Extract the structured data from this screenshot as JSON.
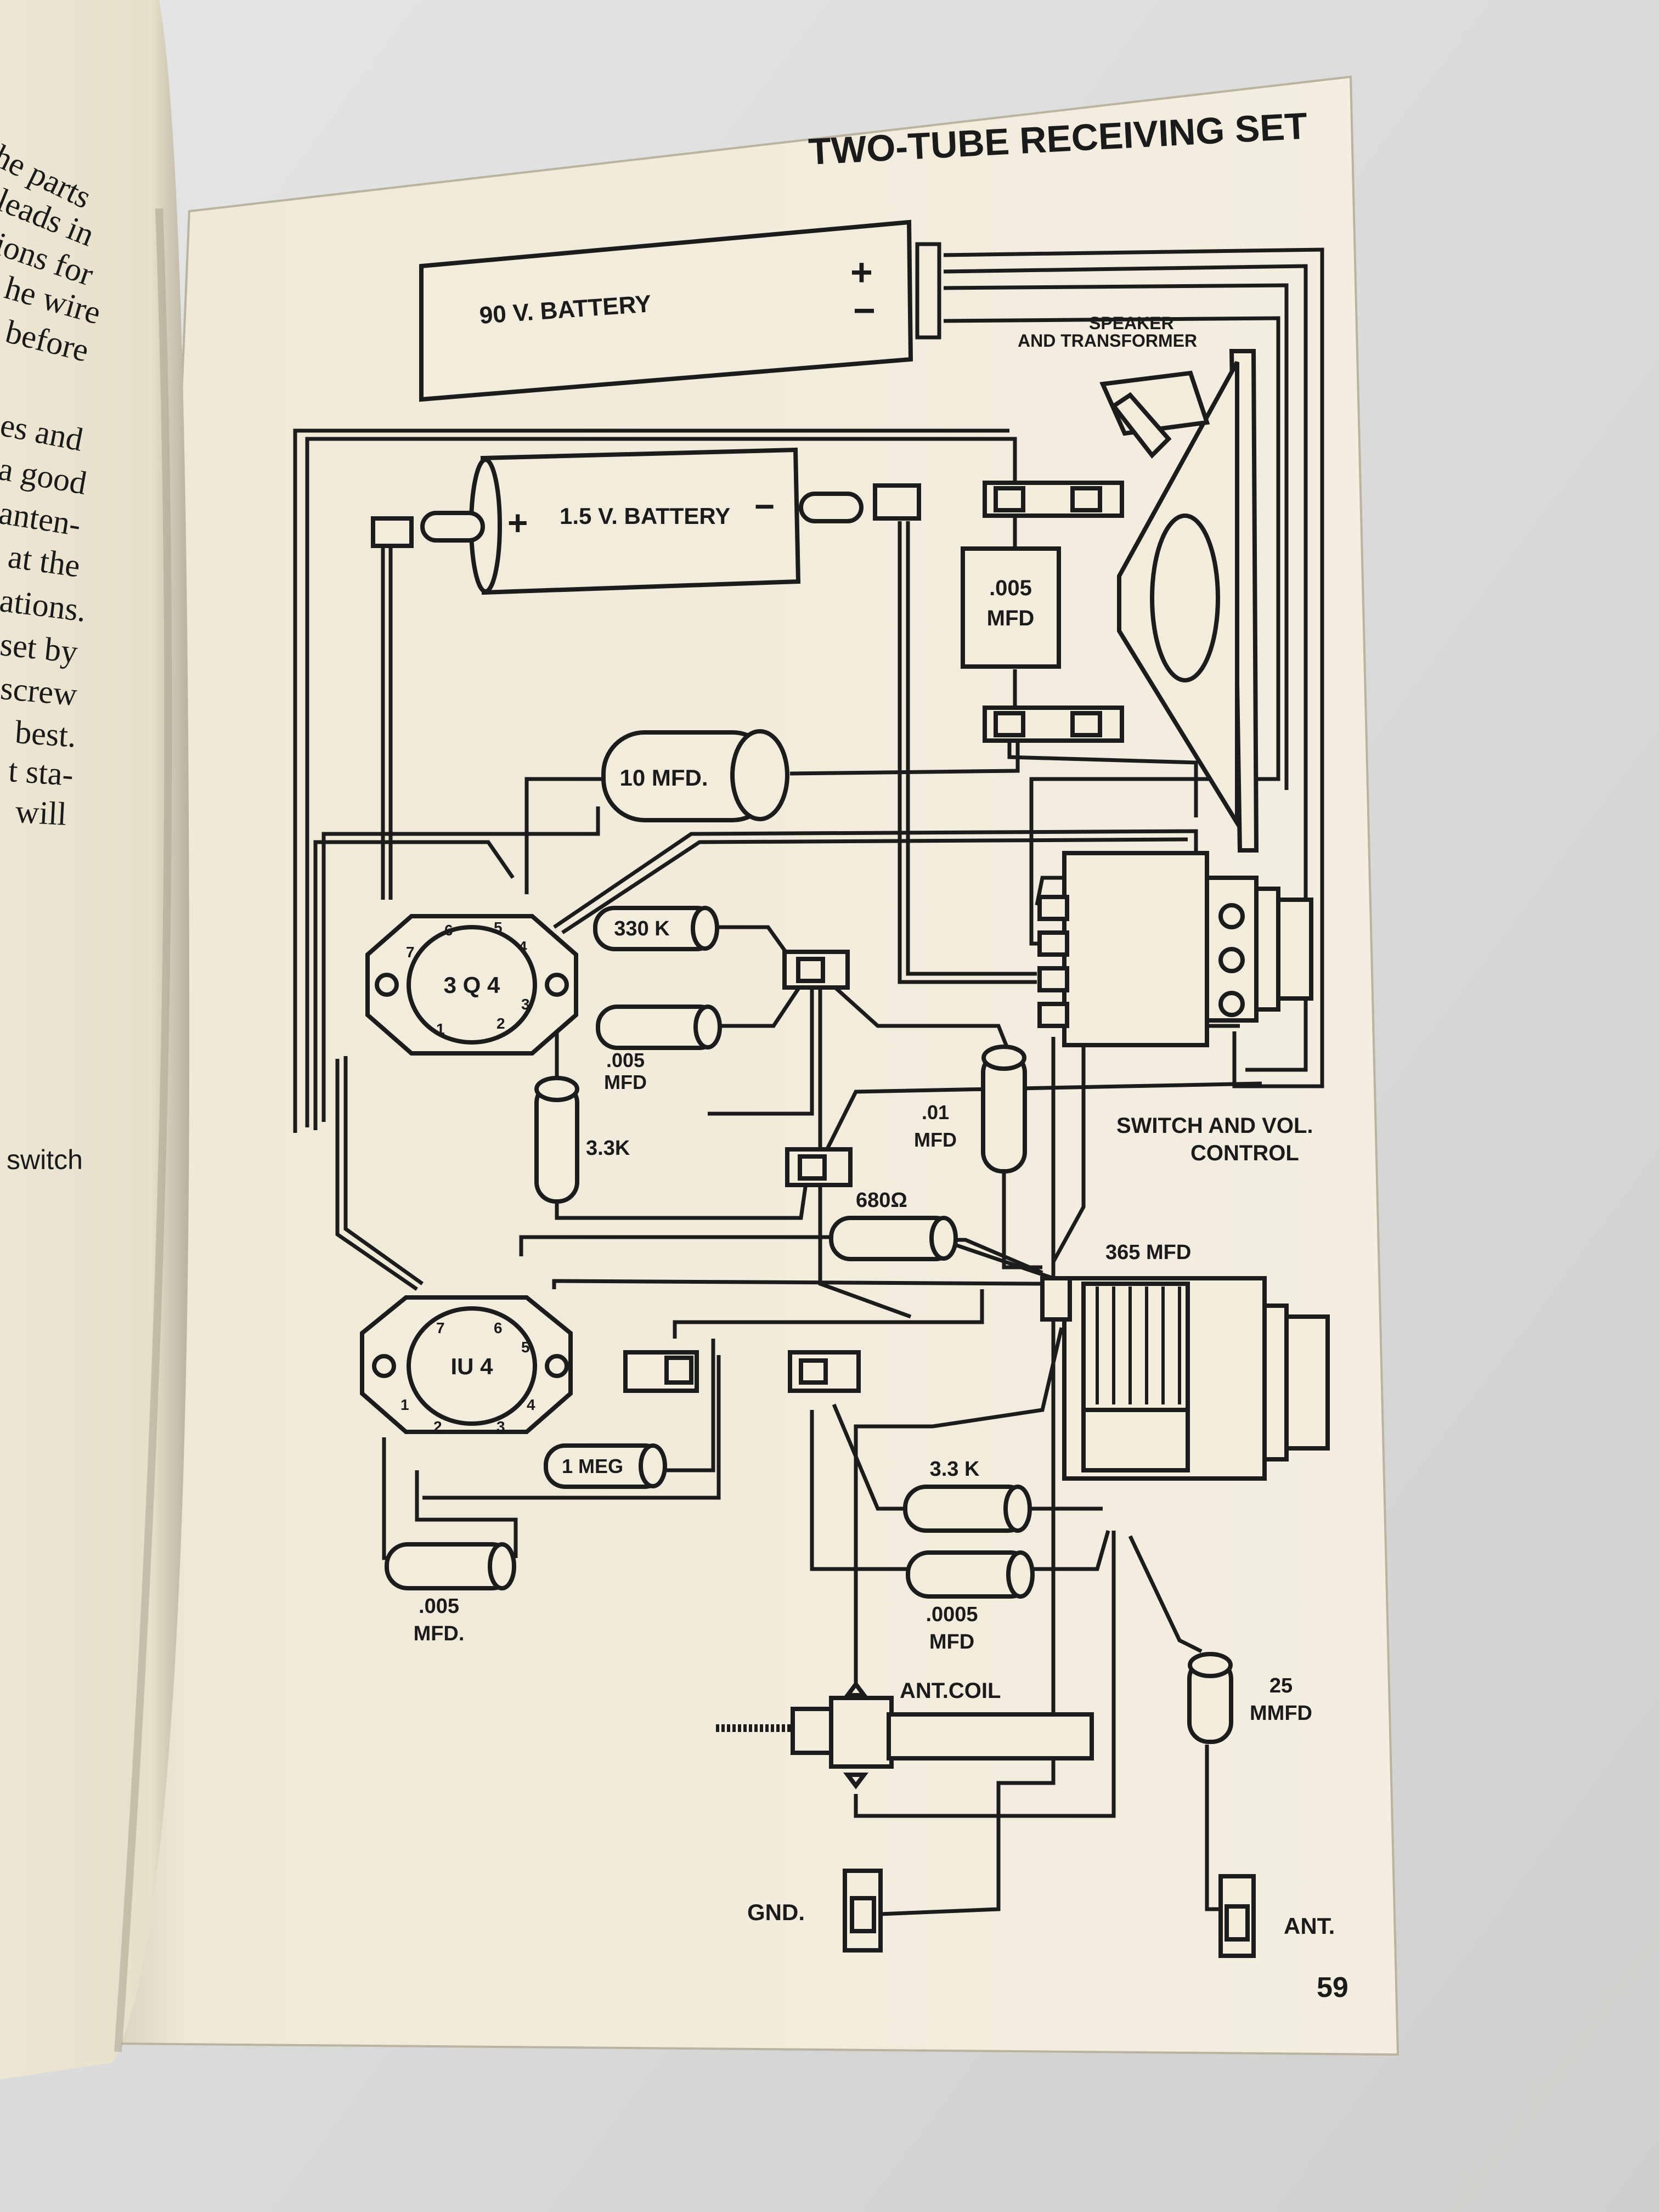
{
  "page": {
    "title": "TWO-TUBE RECEIVING SET",
    "page_number": "59",
    "title_color": "#a14a1c"
  },
  "left_page": {
    "lines": [
      "he parts",
      "leads in",
      "ions for",
      "he wire",
      "before",
      "es and",
      "a good",
      "anten-",
      "at the",
      "ations.",
      "set by",
      "screw",
      "best.",
      "t sta-",
      "will"
    ],
    "switch_word": "switch"
  },
  "diagram": {
    "battery_90v": "90 V. BATTERY",
    "battery_1_5v": "1.5 V. BATTERY",
    "plus": "+",
    "minus": "−",
    "speaker_line1": "SPEAKER",
    "speaker_line2": "AND TRANSFORMER",
    "cap_005_top_line1": ".005",
    "cap_005_top_line2": "MFD",
    "cap_10mfd": "10 MFD.",
    "res_330k": "330 K",
    "cap_005_mid_line1": ".005",
    "cap_005_mid_line2": "MFD",
    "res_3_3k_left": "3.3K",
    "tube_3q4": "3 Q 4",
    "tube_1u4": "IU 4",
    "cap_01_line1": ".01",
    "cap_01_line2": "MFD",
    "switch_line1": "SWITCH AND VOL.",
    "switch_line2": "CONTROL",
    "res_680": "680Ω",
    "cap_365": "365 MFD",
    "res_1meg": "1 MEG",
    "res_3_3k_right": "3.3 K",
    "cap_0005_line1": ".0005",
    "cap_0005_line2": "MFD",
    "cap_005_bottom_line1": ".005",
    "cap_005_bottom_line2": "MFD.",
    "ant_coil": "ANT.COIL",
    "cap_25_line1": "25",
    "cap_25_line2": "MMFD",
    "gnd": "GND.",
    "ant": "ANT.",
    "pins_3q4": [
      "1",
      "2",
      "3",
      "4",
      "5",
      "6",
      "7"
    ],
    "pins_1u4": [
      "1",
      "2",
      "3",
      "4",
      "5",
      "6",
      "7"
    ]
  }
}
